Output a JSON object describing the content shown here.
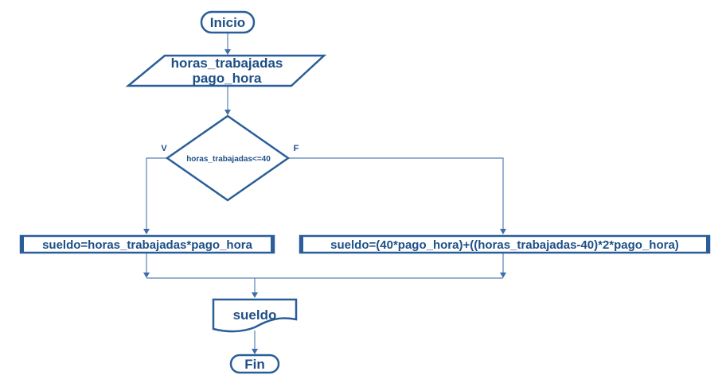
{
  "diagram": {
    "start_label": "Inicio",
    "input_line1": "horas_trabajadas",
    "input_line2": "pago_hora",
    "decision_condition": "horas_trabajadas<=40",
    "branch_true_label": "V",
    "branch_false_label": "F",
    "process_true": "sueldo=horas_trabajadas*pago_hora",
    "process_false": "sueldo=(40*pago_hora)+((horas_trabajadas-40)*2*pago_hora)",
    "output_label": "sueldo",
    "end_label": "Fin"
  }
}
